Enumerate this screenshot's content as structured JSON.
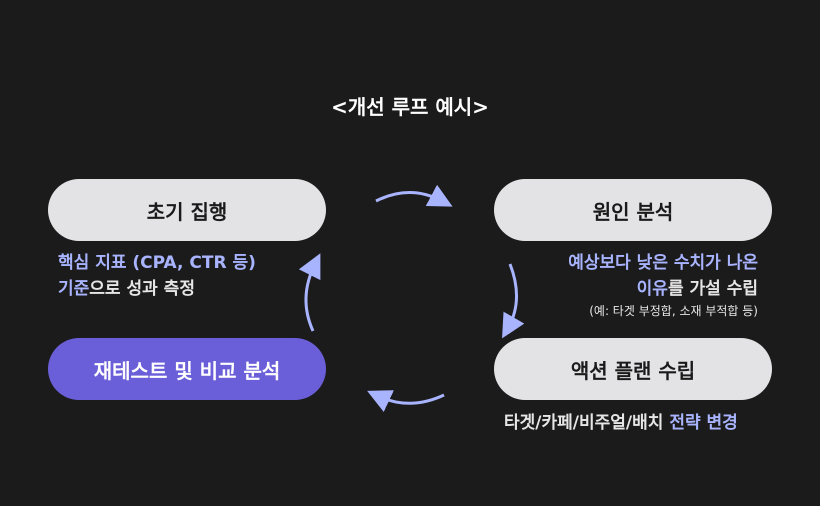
{
  "title": "<개선 루프 예시>",
  "steps": [
    {
      "label": "초기 집행"
    },
    {
      "label": "원인 분석"
    },
    {
      "label": "액션 플랜 수립"
    },
    {
      "label": "재테스트 및 비교 분석"
    }
  ],
  "desc1": {
    "line1_hl": "핵심 지표 (CPA, CTR 등)",
    "line2_hl": "기준",
    "line2_rest": "으로 성과 측정"
  },
  "desc2": {
    "line1_hl": "예상보다 낮은 수치가 나온",
    "line2_hl": "이유",
    "line2_rest": "를 가설 수립",
    "note": "(예: 타겟 부정합, 소재 부적합 등)"
  },
  "desc3": {
    "plain": "타겟/카페/비주얼/배치 ",
    "hl": "전략 변경"
  },
  "colors": {
    "background": "#1c1b1c",
    "pill": "#e3e3e5",
    "accent_pill": "#6b5fd9",
    "highlight": "#a9b4ff",
    "arrow": "#a9b4ff"
  }
}
